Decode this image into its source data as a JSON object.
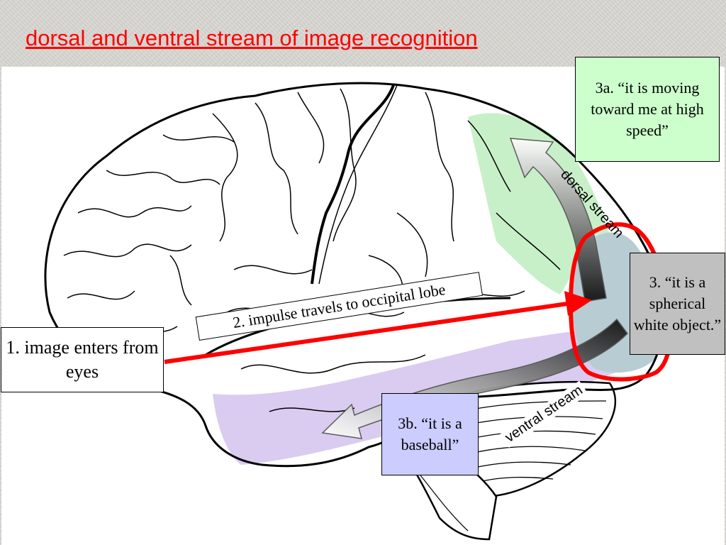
{
  "slide": {
    "title": "dorsal and ventral stream of image recognition"
  },
  "labels": {
    "box_3a": "3a. “it is moving toward me at high speed”",
    "box_3": "3. “it is a spherical white object.”",
    "box_3b": "3b. “it is a baseball”",
    "box_1": "1. image enters from eyes",
    "box_2": "2. impulse travels to occipital lobe",
    "dorsal_stream": "dorsal stream",
    "ventral_stream": "ventral stream"
  },
  "colors": {
    "title": "#ff0000",
    "dorsal_region": "#c8f0c8",
    "ventral_region": "#d9ccf0",
    "occipital_region": "#b8ccd4",
    "impulse_arrow": "#ff0000",
    "box_3a_fill": "#ccffcc",
    "box_3_fill": "#c0c0c0",
    "box_3b_fill": "#ccccff"
  },
  "icons": {
    "brain": "brain-illustration",
    "dorsal_arrow": "arrow-icon",
    "ventral_arrow": "arrow-icon",
    "impulse_arrow": "arrow-icon",
    "occipital_outline": "highlight-outline"
  }
}
